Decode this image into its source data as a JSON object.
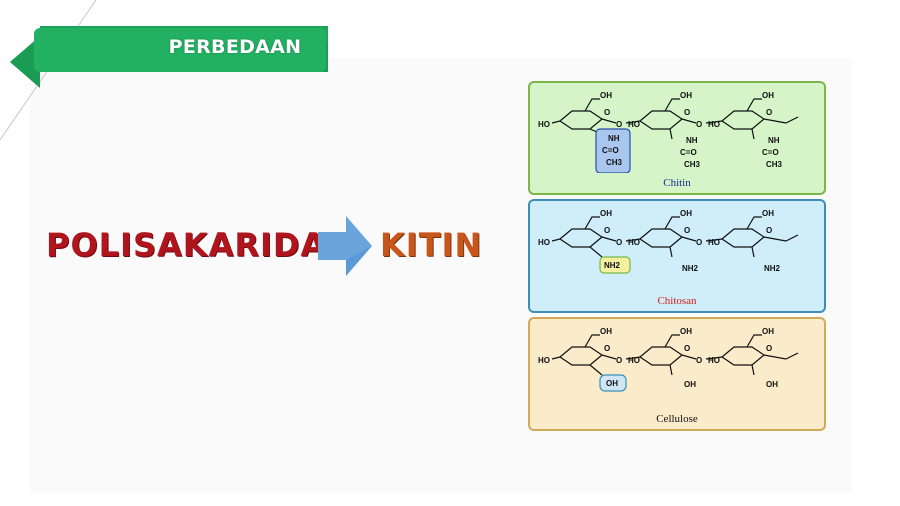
{
  "header": {
    "title": "PERBEDAAN"
  },
  "headline": {
    "left": "POLISAKARIDA",
    "right": "KITIN"
  },
  "colors": {
    "banner_green": "#1ea45a",
    "left_text": "#b0141c",
    "right_text": "#c8551a",
    "arrow_blue": "#5b9bd5"
  },
  "molecules": [
    {
      "name": "Chitin",
      "label_color": "#1a2f9e",
      "subst_highlight": [
        "NH",
        "C=O",
        "CH3"
      ],
      "subst": [
        "NH",
        "C=O",
        "CH3"
      ]
    },
    {
      "name": "Chitosan",
      "label_color": "#d0201a",
      "subst_highlight": [
        "NH2"
      ],
      "subst": [
        "NH2"
      ]
    },
    {
      "name": "Cellulose",
      "label_color": "#111111",
      "subst_highlight": [
        "OH"
      ],
      "subst": [
        "OH"
      ]
    }
  ],
  "chem_labels": {
    "oh": "OH",
    "ho": "HO",
    "o": "O"
  }
}
